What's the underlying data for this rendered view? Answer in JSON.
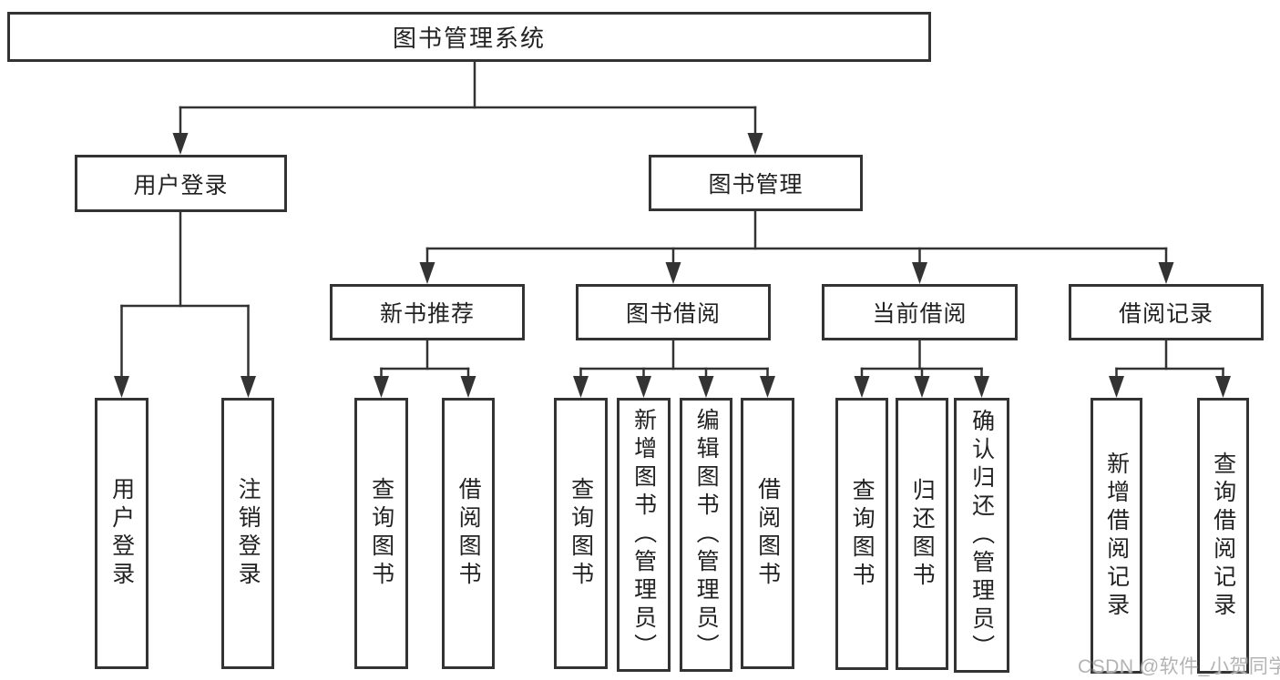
{
  "diagram": {
    "title": "图书管理系统",
    "watermark": "CSDN @软件_小贺同学",
    "colors": {
      "line": "#333333",
      "text": "#222222",
      "box_background": "#ffffff",
      "watermark": "#b3b3b3"
    },
    "nodes": {
      "root": "图书管理系统",
      "user_login": "用户登录",
      "book_mgmt": "图书管理",
      "new_book_rec": "新书推荐",
      "book_borrow": "图书借阅",
      "current_borrow": "当前借阅",
      "borrow_record": "借阅记录",
      "ul_login": "用户登录",
      "ul_logout": "注销登录",
      "nb_query": "查询图书",
      "nb_borrow": "借阅图书",
      "bb_query": "查询图书",
      "bb_add": "新增图书（管理员）",
      "bb_edit": "编辑图书（管理员）",
      "bb_borrow": "借阅图书",
      "cb_query": "查询图书",
      "cb_return": "归还图书",
      "cb_confirm": "确认归还（管理员）",
      "br_add": "新增借阅记录",
      "br_query": "查询借阅记录"
    }
  }
}
